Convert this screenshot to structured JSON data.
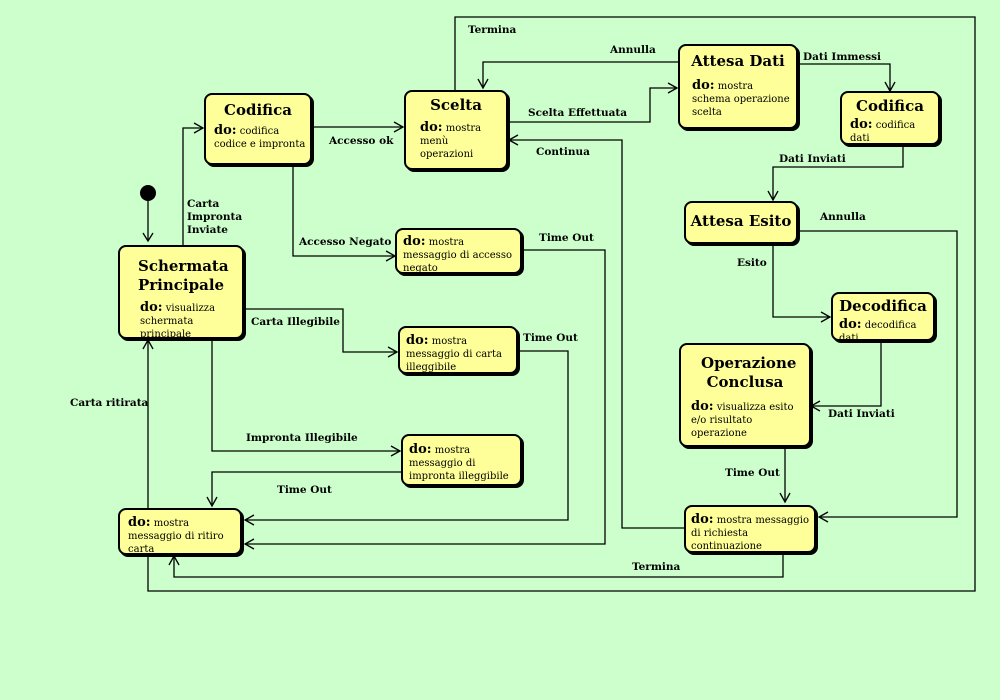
{
  "states": {
    "schermata": {
      "title": "Schermata Principale",
      "do_kw": "do:",
      "do": "visualizza schermata principale"
    },
    "codifica1": {
      "title": "Codifica",
      "do_kw": "do:",
      "do": "codifica codice e impronta"
    },
    "scelta": {
      "title": "Scelta",
      "do_kw": "do:",
      "do": "mostra menù operazioni"
    },
    "attesa_dati": {
      "title": "Attesa Dati",
      "do_kw": "do:",
      "do": "mostra schema operazione scelta"
    },
    "codifica2": {
      "title": "Codifica",
      "do_kw": "do:",
      "do": "codifica dati"
    },
    "attesa_esito": {
      "title": "Attesa Esito"
    },
    "decodifica": {
      "title": "Decodifica",
      "do_kw": "do:",
      "do": "decodifica dati"
    },
    "op_conclusa": {
      "title": "Operazione Conclusa",
      "do_kw": "do:",
      "do": "visualizza esito e/o risultato operazione"
    },
    "accesso_negato": {
      "do_kw": "do:",
      "do": "mostra messaggio di accesso negato"
    },
    "carta_illeggibile": {
      "do_kw": "do:",
      "do": "mostra messaggio di carta illeggibile"
    },
    "impronta_illeggibile": {
      "do_kw": "do:",
      "do": "mostra messaggio di impronta illeggibile"
    },
    "ritiro_carta": {
      "do_kw": "do:",
      "do": "mostra messaggio di ritiro carta"
    },
    "richiesta_cont": {
      "do_kw": "do:",
      "do": "mostra messaggio di richiesta continuazione"
    }
  },
  "labels": {
    "termina_top": "Termina",
    "annulla_top": "Annulla",
    "dati_immessi": "Dati Immessi",
    "scelta_effettuata": "Scelta Effettuata",
    "continua": "Continua",
    "accesso_ok": "Accesso ok",
    "dati_inviati_1": "Dati Inviati",
    "carta_impronta_inviate": "Carta Impronta Inviate",
    "annulla_right": "Annulla",
    "accesso_negato": "Accesso Negato",
    "time_out_1": "Time Out",
    "esito": "Esito",
    "carta_illeggibile": "Carta Illegibile",
    "time_out_2": "Time Out",
    "carta_ritirata": "Carta ritirata",
    "dati_inviati_2": "Dati Inviati",
    "impronta_illeggibile": "Impronta Illegibile",
    "time_out_3": "Time Out",
    "time_out_4": "Time Out",
    "termina_bottom": "Termina"
  }
}
